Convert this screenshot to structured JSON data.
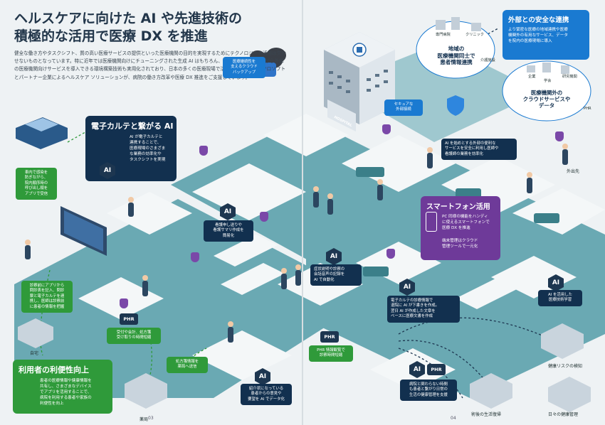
{
  "left_page": {
    "title_line1": "ヘルスケアに向けた AI や先進技術の",
    "title_line2": "積極的な活用で医療 DX を推進",
    "intro": "健全な働き方やタスクシフト、質の高い医療サービスの提供といった医療機関の目的を実現するためにテクノロジーの活用は欠かせないものとなっています。特に近年では医療機関向けにチューニングされた生成 AI はもちろん、医療情報を保護しながら外部の医療機関向けサービスを導入できる環境構築技術も実用化されており、日本の多くの医療現場で活用されているマイクロソフトとパートナー企業によるヘルスケア ソリューションが、病院の働き方改革や医療 DX 推進をご支援しています。",
    "cloud_backup": "医療継続性を\n支えるクラウド\nバックアップ",
    "ehr_box": {
      "title": "電子カルテと繋がる AI",
      "body": "AI が電子カルテと\n連携することで、\n医療現場のさまざま\nな業務の効率化や\nタスクシフトを実現",
      "ai": "AI"
    },
    "car_reception": "車内で感染を\n防ぎながら、\n院内順序時の\n呼び出し順を\nアプリで受信",
    "nurse_handoff": {
      "ai": "AI",
      "text": "看護申し送りや\n看護サマリ作成を\n簡易化"
    },
    "home_app": "診察前にアプリから\n問診表を記入、問診\n票と電子カルテを連\n携し、医師は診察前\nに患者の情報を把握",
    "home_label": "自宅",
    "payment": {
      "phr": "PHR",
      "text": "受付や会計、処方箋\n受け取りの時間短縮"
    },
    "prescription": "処方箋情報を\n薬局へ送信",
    "inpatient": {
      "ai": "AI",
      "text": "紹介状になっている\n患者からの意見や\n要望を AI でデータ化"
    },
    "pharmacy_label": "薬局",
    "user_box": {
      "title": "利用者の利便性向上",
      "body": "患者の医療情報や健康情報を\n共有し、さまざまなデバイス\nでアプリを活用することで、\n病院を利用する患者や家族の\n利便性を向上"
    },
    "page_no": "03"
  },
  "right_page": {
    "region_title": "地域の\n医療機関同士で\n患者情報連携",
    "clinic_labels": [
      "専門病院",
      "クリニック",
      "介護施設"
    ],
    "external_box": {
      "title": "外部との安全な連携",
      "body": "より緊密な医療の地域連携や医療\n機関外の有用なサービス、データ\nを院内の医療現場に導入"
    },
    "cloud_services": {
      "labels": [
        "企業",
        "学会",
        "研究機関",
        "PHR"
      ],
      "title": "医療機関外の\nクラウドサービスや\nデータ"
    },
    "secure_access": "セキュアな\n外部接続",
    "external_ai": "AI を始めとする外部の便利な\nサービスを安全に利用し医師や\n看護師の業務を効率化",
    "outing_label": "外出先",
    "smartphone_box": {
      "title": "スマートフォン活用",
      "body": "PC 同様の機能をハンディ\nに使えるスマートフォンで\n医療 DX を推進",
      "sub": "端末管理はクラウド\n管理ツールで一元化"
    },
    "diagnosis": {
      "ai": "AI",
      "text": "症状説明や診察の\n会話音声の記録を\nAI で自動化"
    },
    "phr_consult": {
      "phr": "PHR",
      "text": "PHR 情報観覧で\n診察時間短縮"
    },
    "ehr_diagnosis": {
      "ai": "AI",
      "text": "電子カルテの診療情報で\n退院に AI が下書きを作成。\n翌日 AI が作成した文章を\nベースに医療文書を作成"
    },
    "tech_learning": {
      "ai": "AI",
      "text": "AI を活用した\n医療技術学習"
    },
    "after_hours": {
      "ai": "AI",
      "phr": "PHR",
      "text": "病院と関わらない時間\nも患者と繋がり日常の\n生活の健康管理を支援"
    },
    "health_risk": "健康リスクの検知",
    "rehab_label": "術後の生活復帰",
    "daily_label": "日々の健康管理",
    "hospital_sign": "HOSPITAL",
    "page_no": "04"
  },
  "colors": {
    "navy": "#12304f",
    "green": "#2f9a3a",
    "blue": "#1a7ad1",
    "purple": "#6e3a99",
    "floor": "#5fa3ad"
  }
}
